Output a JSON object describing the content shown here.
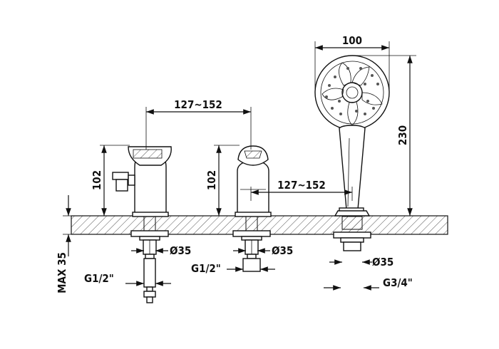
{
  "dimensions": {
    "spacing_top": "127~152",
    "spacing_mid": "127~152",
    "height_left": "102",
    "height_mid": "102",
    "shower_width": "100",
    "shower_height": "230",
    "max_thickness": "MAX 35",
    "diameter_left": "Ø35",
    "diameter_mid": "Ø35",
    "diameter_right": "Ø35",
    "thread_left": "G1/2\"",
    "thread_mid": "G1/2\"",
    "thread_right": "G3/4\""
  }
}
